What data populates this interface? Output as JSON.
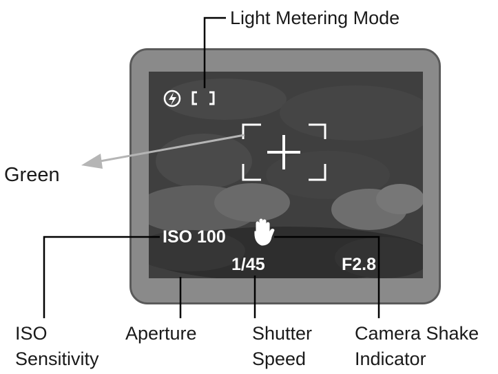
{
  "labels": {
    "light_metering_mode": "Light Metering Mode",
    "green": "Green",
    "iso_sensitivity_line1": "ISO",
    "iso_sensitivity_line2": "Sensitivity",
    "aperture": "Aperture",
    "shutter_speed_line1": "Shutter",
    "shutter_speed_line2": "Speed",
    "camera_shake_line1": "Camera Shake",
    "camera_shake_line2": "Indicator"
  },
  "screen": {
    "iso": "ISO 100",
    "shutter": "1/45",
    "aperture": "F2.8"
  },
  "icons": {
    "flash": "flash-off-icon",
    "metering": "spot-metering-bracket-icon",
    "focus": "focus-frame-crosshair-icon",
    "shake": "hand-icon"
  },
  "colors": {
    "frame": "#8a8a8a",
    "screen": "#3e3e3e",
    "callout_arrow": "#b5b5b5",
    "leader_line": "#000000"
  }
}
